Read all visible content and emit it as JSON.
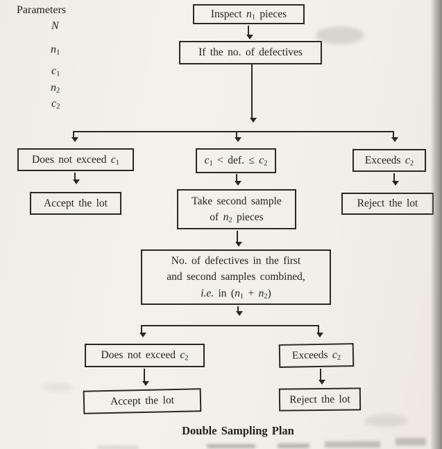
{
  "page": {
    "caption": "Double Sampling Plan"
  },
  "parameters": {
    "title": "Parameters",
    "items": [
      {
        "base": "N",
        "sub": ""
      },
      {
        "base": "n",
        "sub": "1"
      },
      {
        "base": "c",
        "sub": "1"
      },
      {
        "base": "n",
        "sub": "2"
      },
      {
        "base": "c",
        "sub": "2"
      }
    ]
  },
  "nodes": {
    "inspect": {
      "pre": "Inspect ",
      "var1": {
        "base": "n",
        "sub": "1"
      },
      "post": " pieces"
    },
    "defectives": {
      "text": "If the no. of defectives"
    },
    "not_exceed_c1": {
      "pre": "Does not exceed ",
      "var1": {
        "base": "c",
        "sub": "1"
      }
    },
    "between": {
      "var1": {
        "base": "c",
        "sub": "1"
      },
      "mid": " < def. ≤ ",
      "var2": {
        "base": "c",
        "sub": "2"
      }
    },
    "exceeds_c2_top": {
      "pre": "Exceeds ",
      "var1": {
        "base": "c",
        "sub": "2"
      }
    },
    "accept_1": {
      "text": "Accept the lot"
    },
    "second_sample": {
      "line1": "Take second sample",
      "pre": "of ",
      "var1": {
        "base": "n",
        "sub": "2"
      },
      "post": " pieces"
    },
    "reject_1": {
      "text": "Reject the lot"
    },
    "combined": {
      "line1": "No. of defectives in the first",
      "line2": "and second samples combined,",
      "ie": "i.e.",
      "mid": " in (",
      "var1": {
        "base": "n",
        "sub": "1"
      },
      "plus": " + ",
      "var2": {
        "base": "n",
        "sub": "2"
      },
      "close": ")"
    },
    "not_exceed_c2": {
      "pre": "Does not exceed ",
      "var1": {
        "base": "c",
        "sub": "2"
      }
    },
    "exceeds_c2_bot": {
      "pre": "Exceeds ",
      "var1": {
        "base": "c",
        "sub": "2"
      }
    },
    "accept_2": {
      "text": "Accept the lot"
    },
    "reject_2": {
      "text": "Reject the lot"
    }
  }
}
